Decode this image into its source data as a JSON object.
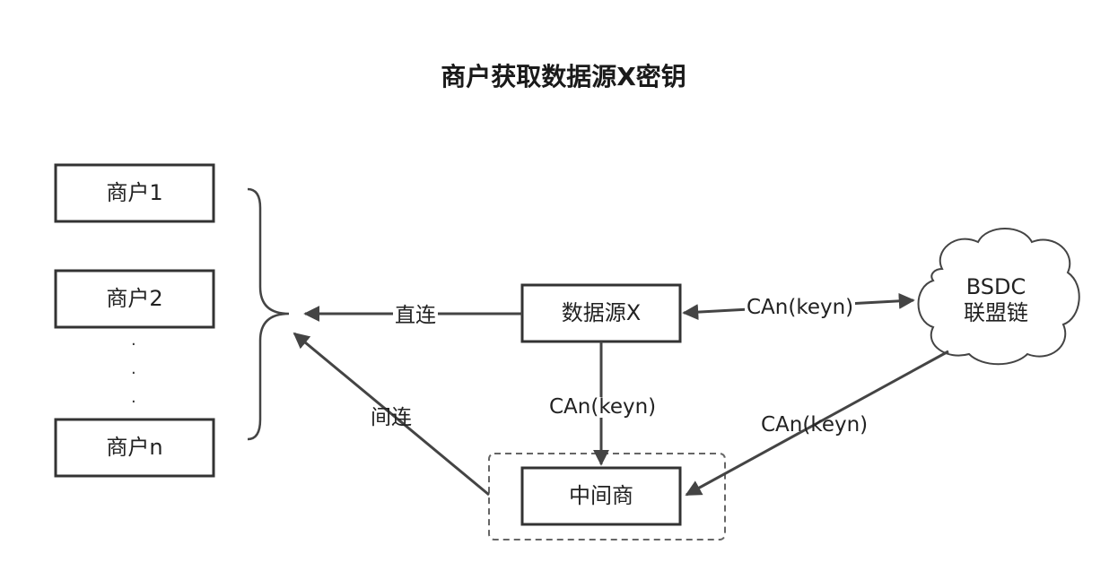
{
  "title": "商户获取数据源X密钥",
  "nodes": {
    "merchant_1": "商户1",
    "merchant_2": "商户2",
    "merchant_n": "商户n",
    "ellipsis": [
      "·",
      "·",
      "·"
    ],
    "data_source": "数据源X",
    "middleman": "中间商",
    "bsdc_line1": "BSDC",
    "bsdc_line2": "联盟链"
  },
  "edges": {
    "direct": "直连",
    "indirect": "间连",
    "ds_bsdc": "CAn(keyn)",
    "ds_middleman": "CAn(keyn)",
    "bsdc_middleman": "CAn(keyn)"
  },
  "colors": {
    "stroke": "#333333",
    "arrow": "#444444",
    "text": "#222222",
    "dashed_group": "#666666"
  }
}
